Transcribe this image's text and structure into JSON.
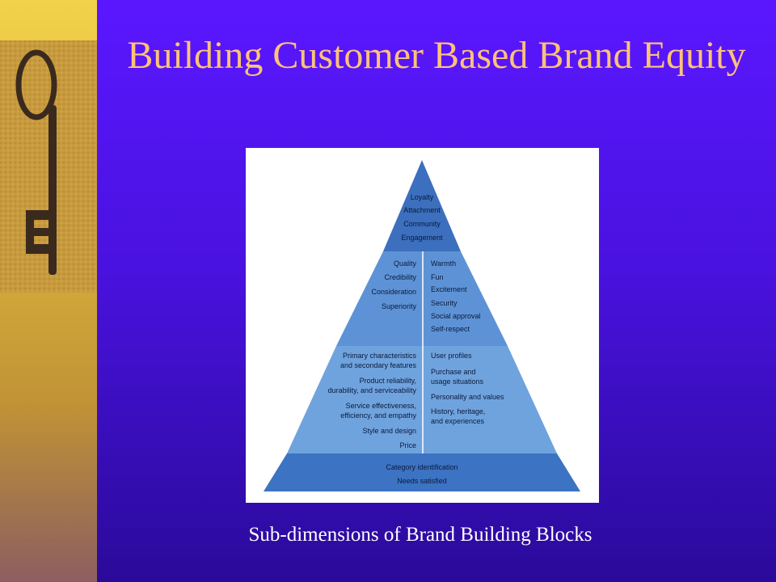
{
  "slide": {
    "title": "Building Customer Based Brand Equity",
    "caption": "Sub-dimensions of Brand Building Blocks"
  },
  "pyramid": {
    "apex": [
      "Loyalty",
      "Attachment",
      "Community",
      "Engagement"
    ],
    "upper_left": [
      "Quality",
      "Credibility",
      "Consideration",
      "Superiority"
    ],
    "upper_right": [
      "Warmth",
      "Fun",
      "Excitement",
      "Security",
      "Social approval",
      "Self-respect"
    ],
    "lower_left": [
      "Primary characteristics",
      "and secondary features",
      "Product reliability,",
      "durability, and serviceability",
      "Service effectiveness,",
      "efficiency, and empathy",
      "Style and design",
      "Price"
    ],
    "lower_right": [
      "User profiles",
      "Purchase and",
      "usage situations",
      "Personality and values",
      "History, heritage,",
      "and experiences"
    ],
    "base": [
      "Category identification",
      "Needs satisfied"
    ]
  },
  "colors": {
    "title": "#ffc17a",
    "background": "#5a17ff",
    "pyramid_dark": "#3c73c2",
    "pyramid_light": "#6fa0db"
  }
}
